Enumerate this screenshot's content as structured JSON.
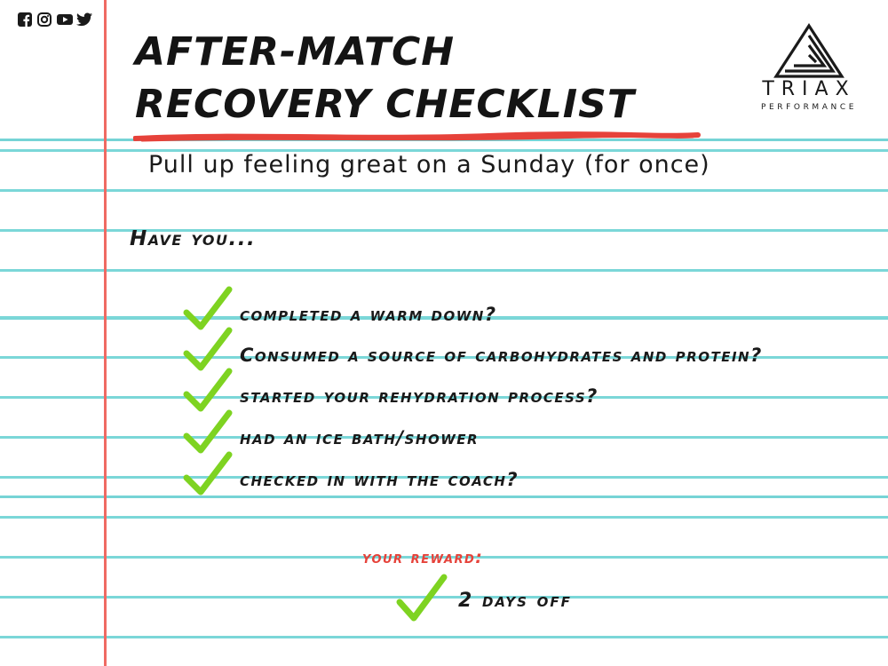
{
  "social_icons": [
    "facebook-icon",
    "instagram-icon",
    "youtube-icon",
    "twitter-icon"
  ],
  "title": {
    "line1": "AFTER-MATCH",
    "line2": "RECOVERY CHECKLIST"
  },
  "subtitle": "Pull up feeling great on a Sunday (for once)",
  "logo": {
    "name": "TRIAX",
    "tagline": "PERFORMANCE"
  },
  "prompt": "Have you...",
  "checklist": [
    {
      "label": "completed a warm down?",
      "checked": true
    },
    {
      "label": "Consumed a source of carbohydrates and protein?",
      "checked": true
    },
    {
      "label": "started your rehydration process?",
      "checked": true
    },
    {
      "label": "had an ice bath/shower",
      "checked": true
    },
    {
      "label": "checked in with the coach?",
      "checked": true
    }
  ],
  "reward": {
    "heading": "your reward:",
    "item": "2 days off"
  },
  "colors": {
    "ruled_line": "#7bd7d8",
    "margin_line": "#ef6a63",
    "check": "#7ed321",
    "accent_red": "#e6423a",
    "text": "#1a1a1a"
  }
}
